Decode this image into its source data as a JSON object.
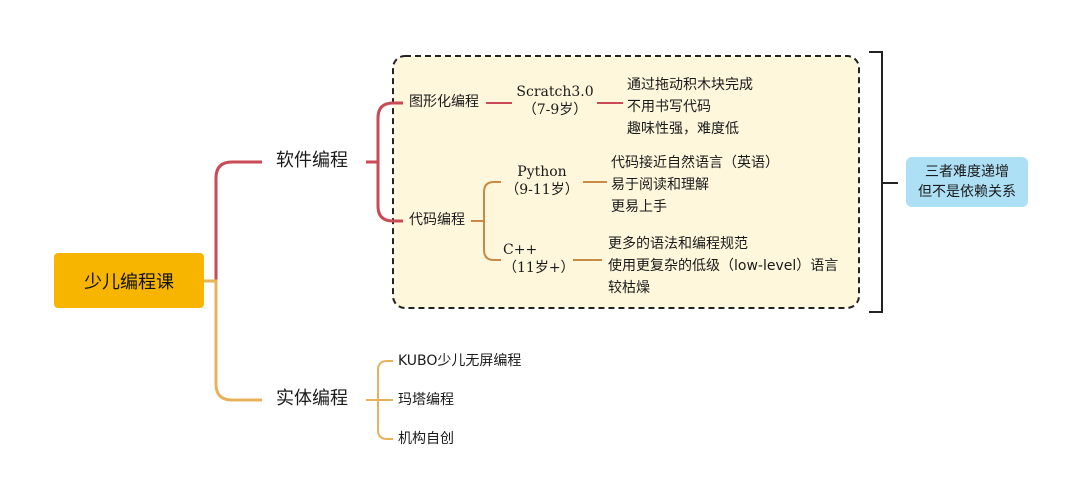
{
  "root": {
    "label": "少儿编程课"
  },
  "software": {
    "label": "软件编程",
    "graphical": {
      "label": "图形化编程",
      "tool_name": "Scratch3.0",
      "age": "（7-9岁）",
      "points": [
        "通过拖动积木块完成",
        "不用书写代码",
        "趣味性强，难度低"
      ]
    },
    "code": {
      "label": "代码编程",
      "python": {
        "name": "Python",
        "age": "（9-11岁）",
        "points": [
          "代码接近自然语言（英语）",
          "易于阅读和理解",
          "更易上手"
        ]
      },
      "cpp": {
        "name": "C++",
        "age": "（11岁+）",
        "points": [
          "更多的语法和编程规范",
          "使用更复杂的低级（low-level）语言",
          "较枯燥"
        ]
      }
    }
  },
  "physical": {
    "label": "实体编程",
    "items": [
      "KUBO少儿无屏编程",
      "玛塔编程",
      "机构自创"
    ]
  },
  "note": {
    "line1": "三者难度递增",
    "line2": "但不是依赖关系"
  },
  "colors": {
    "root_fill": "#f7b500",
    "software_branch": "#c94b55",
    "physical_branch": "#e8b25a",
    "leaf_branch": "#c98a45",
    "highlight_fill": "#fef7dc",
    "note_fill": "#aee0f5"
  }
}
